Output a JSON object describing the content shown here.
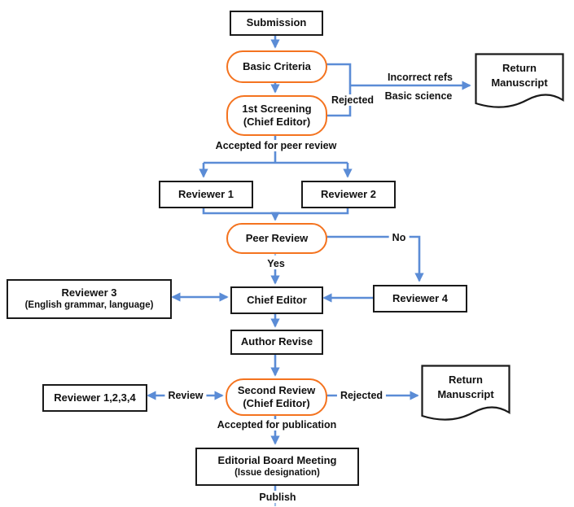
{
  "colors": {
    "accent_orange": "#f4731f",
    "arrow_blue": "#5b8cd6",
    "arrow_blue_light": "#9dbde8",
    "box_border": "#1a1a1a"
  },
  "nodes": {
    "submission": {
      "label": "Submission"
    },
    "basic_criteria": {
      "label": "Basic Criteria"
    },
    "first_screening": {
      "line1": "1st Screening",
      "line2": "(Chief Editor)"
    },
    "return_manuscript_top": {
      "line1": "Return",
      "line2": "Manuscript"
    },
    "reviewer1": {
      "label": "Reviewer 1"
    },
    "reviewer2": {
      "label": "Reviewer 2"
    },
    "peer_review": {
      "label": "Peer Review"
    },
    "reviewer3": {
      "line1": "Reviewer 3",
      "line2": "(English grammar, language)"
    },
    "chief_editor": {
      "label": "Chief Editor"
    },
    "reviewer4": {
      "label": "Reviewer 4"
    },
    "author_revise": {
      "label": "Author Revise"
    },
    "reviewer_1234": {
      "label": "Reviewer 1,2,3,4"
    },
    "second_review": {
      "line1": "Second Review",
      "line2": "(Chief Editor)"
    },
    "return_manuscript_bottom": {
      "line1": "Return",
      "line2": "Manuscript"
    },
    "editorial_board": {
      "line1": "Editorial Board Meeting",
      "line2": "(Issue designation)"
    }
  },
  "edge_labels": {
    "rejected_top": "Rejected",
    "incorrect_refs": "Incorrect refs",
    "basic_science": "Basic science",
    "accepted_peer_review": "Accepted for peer review",
    "no": "No",
    "yes": "Yes",
    "review": "Review",
    "rejected_bottom": "Rejected",
    "accepted_publication": "Accepted for publication",
    "publish": "Publish"
  }
}
